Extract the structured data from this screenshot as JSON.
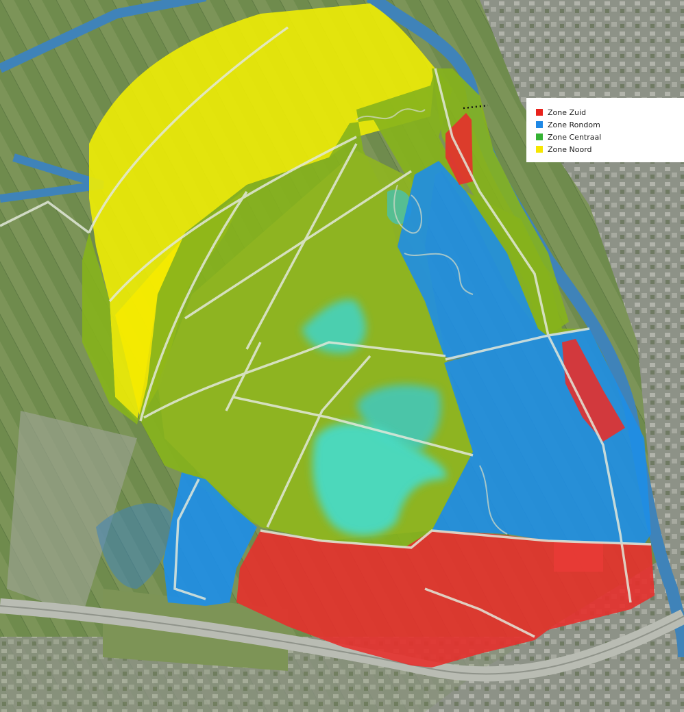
{
  "legend": {
    "items": [
      {
        "label": "Zone Zuid",
        "color": "#e8221c"
      },
      {
        "label": "Zone Rondom",
        "color": "#1e88e5"
      },
      {
        "label": "Zone Centraal",
        "color": "#34b233"
      },
      {
        "label": "Zone Noord",
        "color": "#f6e600"
      }
    ]
  },
  "map": {
    "type": "aerial zoning map",
    "zones": [
      {
        "name": "Zone Noord",
        "fill": "#ecea06"
      },
      {
        "name": "Zone Centraal",
        "fill": "#86b31c"
      },
      {
        "name": "Zone Rondom",
        "fill": "#1e8ee6"
      },
      {
        "name": "Zone Zuid",
        "fill": "#e5302c"
      }
    ],
    "colors": {
      "river": "#3f83b9",
      "farmland": "#6c8a4a",
      "urban": "#8a8f86",
      "paths": "#e2e8da",
      "lake": "#3fd4c8"
    }
  }
}
